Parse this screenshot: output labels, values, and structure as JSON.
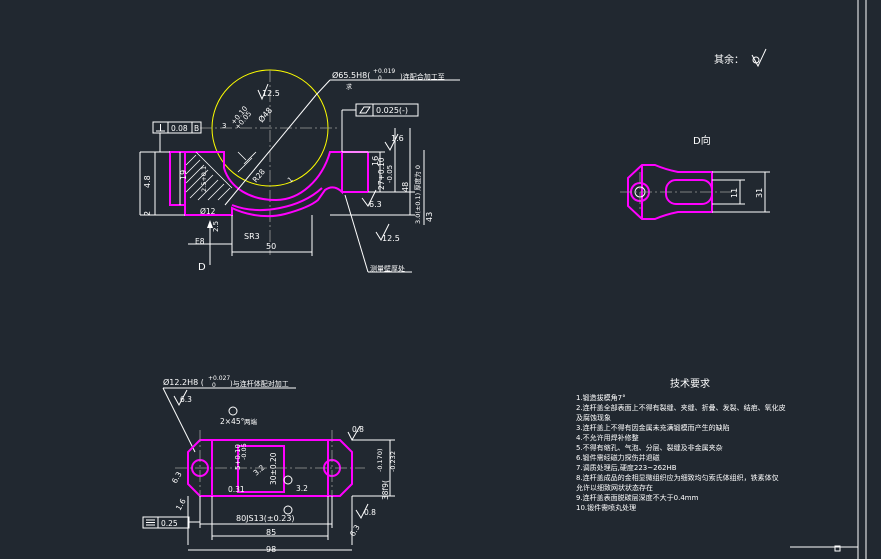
{
  "colors": {
    "background": "#212830",
    "outline": "#ff00ff",
    "dimension": "#ffffff",
    "circle": "#ffff00",
    "centerline": "#9c9c9c"
  },
  "top_right": {
    "roughness_rest": "其余：",
    "d_view": "D向"
  },
  "front_view": {
    "dia_bore": "Ø65.5H8(",
    "dia_bore_tol": "+0.019",
    "dia_bore_tol2": "0",
    "bore_note": ")连配合加工至",
    "bore_note_sub": "求",
    "flatness": "0.025(-)",
    "perp_datum": "0.08",
    "perp_datum_letter": "B",
    "dim_12_5_top": "12.5",
    "dim_R48": "Ø48",
    "dim_plus010": "+0.10",
    "dim_minus005": "+0.05",
    "dim_3": "3",
    "dim_1_6": "1.6",
    "dim_R28": "R28",
    "dim_16": "16",
    "dim_27": "27+0.10",
    "dim_27b": "-0.05",
    "dim_48": "48",
    "dim_side": "3.0(±0.1) 厚度为 0",
    "dim_43": "43",
    "dim_4_8": "4.8",
    "dim_19": "19",
    "dim_2": "2",
    "dim_left_note": "2.5+0.1",
    "dim_12": "Ø12",
    "dim_2_5": "2.5",
    "dim_E8": "E8",
    "dim_SR3": "SR3",
    "dim_50": "50",
    "dim_6_3": "6.3",
    "dim_12_5_bot": "12.5",
    "dim_1": "1",
    "view_D": "D",
    "measure_note": "测量壁厚处"
  },
  "d_view": {
    "dim_11": "11",
    "dim_31": "31"
  },
  "top_view": {
    "hole_dia": "Ø12.2H8 (",
    "hole_tol": "+0.027",
    "hole_tol2": "0",
    "hole_note": ")与连杆体配对加工",
    "dim_6_3": "6.3",
    "dim_2x45": "2×45°",
    "dim_2x45b": "两端",
    "dim_5": "5+0.10",
    "dim_5b": "-0.05",
    "dim_3_2": "3.2",
    "dim_30": "30±0.20",
    "dim_0_31": "0.31",
    "dim_6_3b": "6.3",
    "dim_38f9": "38f9(",
    "dim_38f9_tol": "-0.170)",
    "dim_38f9_tol2": "-0.232",
    "dim_0_8": "0.8",
    "dim_80": "80JS13(±0.23)",
    "dim_85": "85",
    "dim_98": "98",
    "dim_6_3c": "6.3",
    "dim_3_2b": "3.2",
    "dim_25": "0.25",
    "dim_1_6": "1.6",
    "dim_0_8b": "0.8"
  },
  "tech_req": {
    "title": "技术要求",
    "items": [
      "1.锻造拔模角7°",
      "2.连杆盖全部表面上不得有裂缝、夹缝、折叠、发裂、结疤、氧化皮及腐蚀现象",
      "3.连杆盖上不得有因金属未充满锻模而产生的缺陷",
      "4.不允许用焊补修整",
      "5.不得有缩孔、气泡、分层、裂缝及非金属夹杂",
      "6.锻件需经磁力探伤并退磁",
      "7.调质处理后,硬度223~262HB",
      "8.连杆盖成品的金相显微组织应为细致均匀索氏体组织，铁素体仅允许以细致网状状态存在",
      "9.连杆盖表面脱碳层深度不大于0.4mm",
      "10.锻件需喷丸处理"
    ]
  }
}
